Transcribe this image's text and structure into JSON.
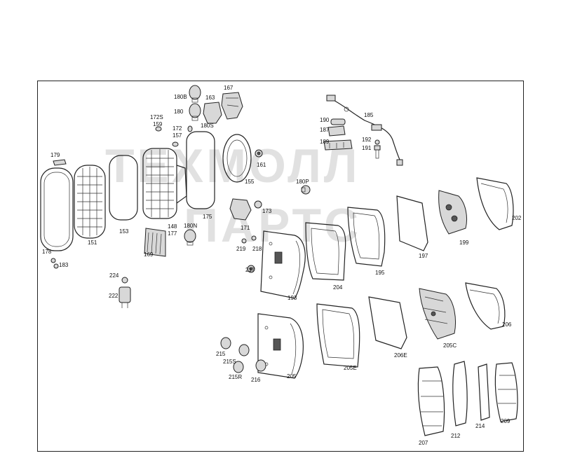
{
  "watermark": {
    "line1": "ТЕХМОЛЛ",
    "line2": "ПАРТС"
  },
  "labels": {
    "p167": "167",
    "p180B": "180B",
    "p163": "163",
    "p172S": "172S",
    "p180": "180",
    "p159": "159",
    "p180S": "180S",
    "p172": "172",
    "p157": "157",
    "p185": "185",
    "p190": "190",
    "p187": "187",
    "p189": "189",
    "p192": "192",
    "p191": "191",
    "p179": "179",
    "p161": "161",
    "p155": "155",
    "p180P": "180P",
    "p173": "173",
    "p171": "171",
    "p175": "175",
    "p148": "148",
    "p177": "177",
    "p180N": "180N",
    "p169": "169",
    "p153": "153",
    "p151": "151",
    "p178": "178",
    "p183": "183",
    "p219": "219",
    "p218": "218",
    "p217": "217",
    "p224": "224",
    "p222": "222",
    "p193": "193",
    "p204": "204",
    "p195": "195",
    "p197": "197",
    "p199": "199",
    "p202": "202",
    "p205C": "205C",
    "p206": "206",
    "p206E": "206E",
    "p205E": "205E",
    "p205": "205",
    "p215": "215",
    "p215S": "215S",
    "p215R": "215R",
    "p216": "216",
    "p207": "207",
    "p212": "212",
    "p214": "214",
    "p209": "209"
  }
}
